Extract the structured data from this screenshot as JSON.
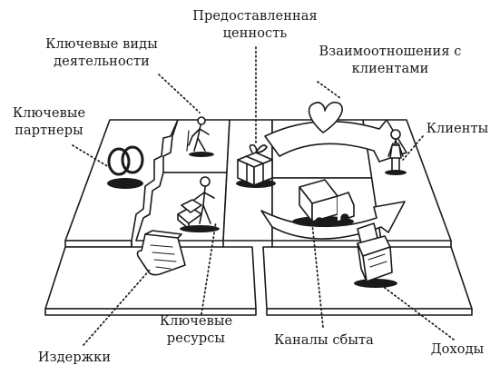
{
  "labels": {
    "value_proposition": [
      "Предоставленная",
      "ценность"
    ],
    "key_activities": [
      "Ключевые виды",
      "деятельности"
    ],
    "customer_relationships": [
      "Взаимоотношения с",
      "клиентами"
    ],
    "key_partners": [
      "Ключевые",
      "партнеры"
    ],
    "customer_segments": [
      "Клиенты"
    ],
    "cost_structure": [
      "Издержки"
    ],
    "key_resources": [
      "Ключевые",
      "ресурсы"
    ],
    "channels": [
      "Каналы сбыта"
    ],
    "revenue_streams": [
      "Доходы"
    ]
  },
  "icons": {
    "key_partners": "rings-icon",
    "key_activities": "worker-icon",
    "key_resources": "person-with-cart-icon",
    "value_proposition": "gift-box-icon",
    "customer_relationships": "heart-icon",
    "channels": "truck-icon",
    "customer_segments": "person-icon",
    "cost_structure": "receipt-icon",
    "revenue_streams": "cash-register-icon"
  }
}
